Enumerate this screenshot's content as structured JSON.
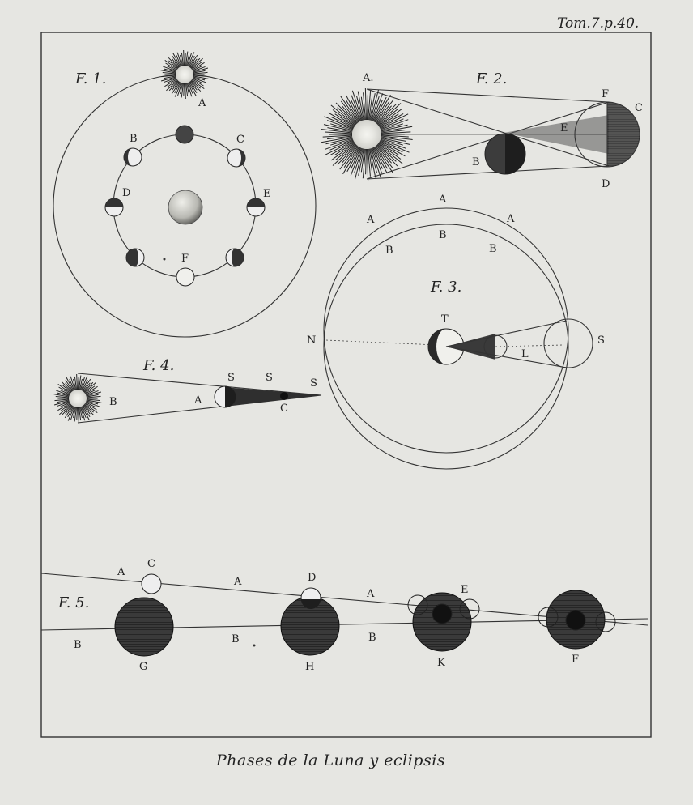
{
  "plate_ref": "Tom.7.p.40.",
  "caption": "Phases de la Luna y eclipsis",
  "colors": {
    "paper": "#e6e6e2",
    "ink": "#222222",
    "dark_shade": "#2a2a2a",
    "mid_shade": "#555555"
  },
  "fig1": {
    "title": "F. 1.",
    "labels": {
      "a": "A",
      "b": "B",
      "c": "C",
      "d": "D",
      "e": "E",
      "f": "F"
    }
  },
  "fig2": {
    "title": "F. 2.",
    "labels": {
      "a": "A.",
      "b": "B",
      "c": "C",
      "d": "D",
      "e": "E",
      "f": "F"
    }
  },
  "fig3": {
    "title": "F. 3.",
    "labels": {
      "a_top": "A",
      "a_left": "A",
      "a_right": "A",
      "b_top": "B",
      "b_left": "B",
      "b_right": "B",
      "t": "T",
      "n": "N",
      "l": "L",
      "s": "S"
    }
  },
  "fig4": {
    "title": "F. 4.",
    "labels": {
      "a": "A",
      "b": "B",
      "c": "C",
      "s1": "S",
      "s2": "S",
      "s3": "S"
    }
  },
  "fig5": {
    "title": "F. 5.",
    "labels": {
      "a1": "A",
      "a2": "A",
      "a3": "A",
      "b1": "B",
      "b2": "B",
      "b3": "B",
      "c": "C",
      "d": "D",
      "e": "E",
      "g": "G",
      "h": "H",
      "k": "K",
      "f": "F"
    }
  }
}
